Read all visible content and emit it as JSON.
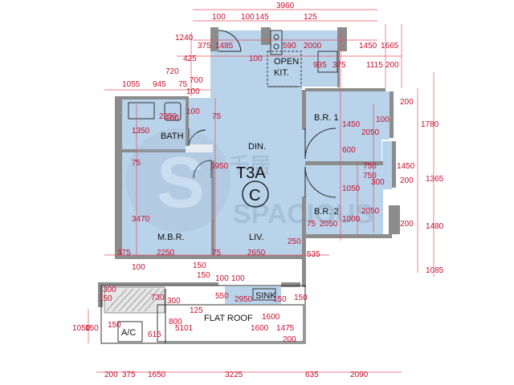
{
  "unit": {
    "type": "T3A",
    "letter": "C"
  },
  "rooms": {
    "open_kitchen_line1": "OPEN",
    "open_kitchen_line2": "KIT.",
    "bath": "BATH",
    "dining": "DIN.",
    "living": "LIV.",
    "bedroom1": "B.R. 1",
    "bedroom2": "B.R. 2",
    "master_bedroom": "M.B.R.",
    "sink": "SINK",
    "flat_roof": "FLAT ROOF",
    "ac": "A/C"
  },
  "watermark": {
    "logo_letter": "S",
    "text": "SPACIOUS",
    "chinese": "千居"
  },
  "dimensions": {
    "top_total": "3960",
    "top_row": [
      "100",
      "145",
      "125",
      "100"
    ],
    "second_row": [
      "375",
      "1485",
      "590",
      "2000",
      "1450",
      "1665"
    ],
    "third_row": [
      "425",
      "100",
      "935",
      "375",
      "1115",
      "200",
      "1240"
    ],
    "left_stack": [
      "720",
      "700",
      "100",
      "100"
    ],
    "row_1055": [
      "1055",
      "945",
      "75"
    ],
    "bath_dims": [
      "2250",
      "100",
      "75",
      "1350"
    ],
    "middle": [
      "6950",
      "3470",
      "75",
      "750"
    ],
    "bedroom1_dims": [
      "1450",
      "2050",
      "100",
      "600",
      "200",
      "1780"
    ],
    "bedroom2_dims": [
      "1050",
      "300",
      "1000",
      "2050",
      "750",
      "1365",
      "1450",
      "200",
      "1480"
    ],
    "lower_row": [
      "375",
      "2250",
      "75",
      "2650",
      "250",
      "535",
      "75",
      "2050",
      "200",
      "1085"
    ],
    "balcony_dims": [
      "150",
      "150",
      "100",
      "300",
      "150",
      "300",
      "550",
      "2950",
      "125",
      "150",
      "150",
      "730",
      "100",
      "1600",
      "1475",
      "1050",
      "150",
      "615",
      "800",
      "5101",
      "150",
      "1600",
      "200",
      "100"
    ],
    "bottom_row": [
      "200",
      "375",
      "1650",
      "3225",
      "635",
      "2090"
    ]
  }
}
